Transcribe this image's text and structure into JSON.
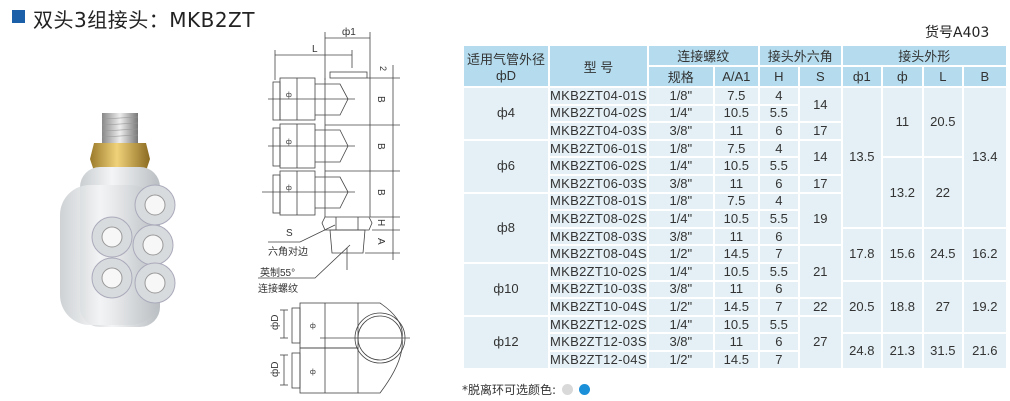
{
  "title": "双头3组接头：MKB2ZT",
  "item_code": "货号A403",
  "drawing": {
    "phi1": "ф1",
    "L": "L",
    "two": "2",
    "B": "B",
    "H": "H",
    "A": "A",
    "S": "S",
    "hex_label": "六角对边",
    "thread_label_1": "英制55°",
    "thread_label_2": "连接螺纹",
    "phiD": "фD",
    "phi": "ф"
  },
  "table": {
    "headers": {
      "tube_od": "适用气管外径",
      "tube_od_sym": "фD",
      "model": "型 号",
      "thread": "连接螺纹",
      "thread_spec": "规格",
      "thread_a": "A/A1",
      "hex": "接头外六角",
      "hex_h": "H",
      "hex_s": "S",
      "shape": "接头外形",
      "shape_phi1": "ф1",
      "shape_phi": "ф",
      "shape_l": "L",
      "shape_b": "B"
    },
    "tube_od": [
      "ф4",
      "ф6",
      "ф8",
      "ф10",
      "ф12"
    ],
    "rows": [
      {
        "model": "MKB2ZT04-01S",
        "spec": "1/8\"",
        "a": "7.5",
        "h": "4"
      },
      {
        "model": "MKB2ZT04-02S",
        "spec": "1/4\"",
        "a": "10.5",
        "h": "5.5"
      },
      {
        "model": "MKB2ZT04-03S",
        "spec": "3/8\"",
        "a": "11",
        "h": "6"
      },
      {
        "model": "MKB2ZT06-01S",
        "spec": "1/8\"",
        "a": "7.5",
        "h": "4"
      },
      {
        "model": "MKB2ZT06-02S",
        "spec": "1/4\"",
        "a": "10.5",
        "h": "5.5"
      },
      {
        "model": "MKB2ZT06-03S",
        "spec": "3/8\"",
        "a": "11",
        "h": "6"
      },
      {
        "model": "MKB2ZT08-01S",
        "spec": "1/8\"",
        "a": "7.5",
        "h": "4"
      },
      {
        "model": "MKB2ZT08-02S",
        "spec": "1/4\"",
        "a": "10.5",
        "h": "5.5"
      },
      {
        "model": "MKB2ZT08-03S",
        "spec": "3/8\"",
        "a": "11",
        "h": "6"
      },
      {
        "model": "MKB2ZT08-04S",
        "spec": "1/2\"",
        "a": "14.5",
        "h": "7"
      },
      {
        "model": "MKB2ZT10-02S",
        "spec": "1/4\"",
        "a": "10.5",
        "h": "5.5"
      },
      {
        "model": "MKB2ZT10-03S",
        "spec": "3/8\"",
        "a": "11",
        "h": "6"
      },
      {
        "model": "MKB2ZT10-04S",
        "spec": "1/2\"",
        "a": "14.5",
        "h": "7"
      },
      {
        "model": "MKB2ZT12-02S",
        "spec": "1/4\"",
        "a": "10.5",
        "h": "5.5"
      },
      {
        "model": "MKB2ZT12-03S",
        "spec": "3/8\"",
        "a": "11",
        "h": "6"
      },
      {
        "model": "MKB2ZT12-04S",
        "spec": "1/2\"",
        "a": "14.5",
        "h": "7"
      }
    ],
    "s": [
      "14",
      "17",
      "14",
      "17",
      "19",
      "21",
      "22",
      "27"
    ],
    "phi1": [
      "13.5",
      "17.8",
      "20.5",
      "24.8"
    ],
    "phi": [
      "11",
      "13.2",
      "15.6",
      "18.8",
      "21.3"
    ],
    "l": [
      "20.5",
      "22",
      "24.5",
      "27",
      "31.5"
    ],
    "b": [
      "13.4",
      "16.2",
      "19.2",
      "21.6"
    ]
  },
  "footer": {
    "label": "*脱离环可选颜色:",
    "colors": [
      "#d9d9d9",
      "#1b8fd8"
    ]
  }
}
